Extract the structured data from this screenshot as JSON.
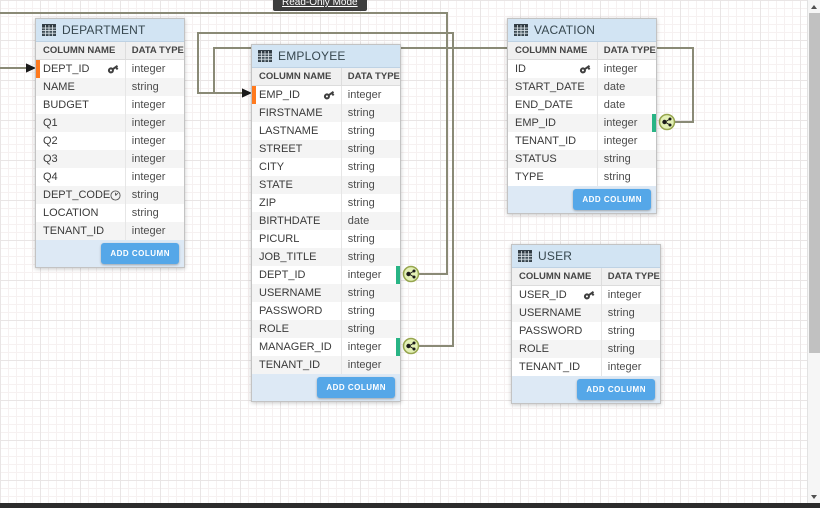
{
  "badge": {
    "label": "Read-Only Mode"
  },
  "canvas": {
    "tables": [
      {
        "name": "DEPARTMENT",
        "col_headers": [
          "COLUMN NAME",
          "DATA TYPE"
        ],
        "add_button": "ADD COLUMN",
        "columns": [
          {
            "name": "DEPT_ID",
            "type": "integer",
            "key": true,
            "left_mark": true
          },
          {
            "name": "NAME",
            "type": "string"
          },
          {
            "name": "BUDGET",
            "type": "integer"
          },
          {
            "name": "Q1",
            "type": "integer"
          },
          {
            "name": "Q2",
            "type": "integer"
          },
          {
            "name": "Q3",
            "type": "integer"
          },
          {
            "name": "Q4",
            "type": "integer"
          },
          {
            "name": "DEPT_CODE",
            "type": "string",
            "aux_icon": "clock-icon"
          },
          {
            "name": "LOCATION",
            "type": "string"
          },
          {
            "name": "TENANT_ID",
            "type": "integer"
          }
        ]
      },
      {
        "name": "EMPLOYEE",
        "col_headers": [
          "COLUMN NAME",
          "DATA TYPE"
        ],
        "add_button": "ADD COLUMN",
        "columns": [
          {
            "name": "EMP_ID",
            "type": "integer",
            "key": true,
            "left_mark": true
          },
          {
            "name": "FIRSTNAME",
            "type": "string"
          },
          {
            "name": "LASTNAME",
            "type": "string"
          },
          {
            "name": "STREET",
            "type": "string"
          },
          {
            "name": "CITY",
            "type": "string"
          },
          {
            "name": "STATE",
            "type": "string"
          },
          {
            "name": "ZIP",
            "type": "string"
          },
          {
            "name": "BIRTHDATE",
            "type": "date"
          },
          {
            "name": "PICURL",
            "type": "string"
          },
          {
            "name": "JOB_TITLE",
            "type": "string"
          },
          {
            "name": "DEPT_ID",
            "type": "integer",
            "right_mark": true
          },
          {
            "name": "USERNAME",
            "type": "string"
          },
          {
            "name": "PASSWORD",
            "type": "string"
          },
          {
            "name": "ROLE",
            "type": "string"
          },
          {
            "name": "MANAGER_ID",
            "type": "integer",
            "right_mark": true
          },
          {
            "name": "TENANT_ID",
            "type": "integer"
          }
        ]
      },
      {
        "name": "VACATION",
        "col_headers": [
          "COLUMN NAME",
          "DATA TYPE"
        ],
        "add_button": "ADD COLUMN",
        "columns": [
          {
            "name": "ID",
            "type": "integer",
            "key": true
          },
          {
            "name": "START_DATE",
            "type": "date"
          },
          {
            "name": "END_DATE",
            "type": "date"
          },
          {
            "name": "EMP_ID",
            "type": "integer",
            "right_mark": true
          },
          {
            "name": "TENANT_ID",
            "type": "integer"
          },
          {
            "name": "STATUS",
            "type": "string"
          },
          {
            "name": "TYPE",
            "type": "string"
          }
        ]
      },
      {
        "name": "USER",
        "col_headers": [
          "COLUMN NAME",
          "DATA TYPE"
        ],
        "add_button": "ADD COLUMN",
        "columns": [
          {
            "name": "USER_ID",
            "type": "integer",
            "key": true
          },
          {
            "name": "USERNAME",
            "type": "string"
          },
          {
            "name": "PASSWORD",
            "type": "string"
          },
          {
            "name": "ROLE",
            "type": "string"
          },
          {
            "name": "TENANT_ID",
            "type": "integer"
          }
        ]
      }
    ],
    "relationships": [
      {
        "from": "EMPLOYEE.DEPT_ID",
        "to": "DEPARTMENT.DEPT_ID"
      },
      {
        "from": "EMPLOYEE.MANAGER_ID",
        "to": "EMPLOYEE.EMP_ID"
      },
      {
        "from": "VACATION.EMP_ID",
        "to": "EMPLOYEE.EMP_ID"
      }
    ]
  },
  "colors": {
    "table_header": "#d2e4f3",
    "table_footer": "#dde9f5",
    "add_button": "#55a7e8",
    "pk_highlight": "#ff7a1e",
    "fk_highlight": "#28b485",
    "wire": "#8a8a76",
    "connector_fill": "#e3f0b5",
    "connector_border": "#97a64f",
    "badge_bg": "#3d3d3d"
  }
}
